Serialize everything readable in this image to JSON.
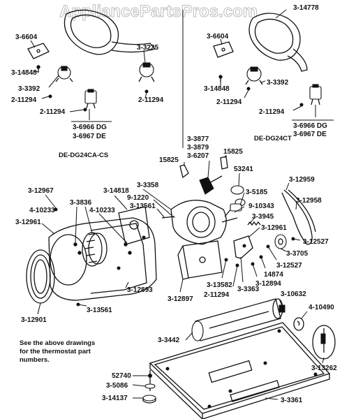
{
  "watermark": "AppliancePartsPros.com",
  "models": {
    "left": "DE-DG24CA-CS",
    "right": "DE-DG24CT"
  },
  "note": [
    "See the above drawings",
    "for the thermostat part",
    "numbers."
  ],
  "labels": {
    "l_6604": "3-6604",
    "l_14848": "3-14848",
    "l_3392": "3-3392",
    "l_11294a": "2-11294",
    "l_11294b": "2-11294",
    "l_3225": "3-3225",
    "l_11294c": "2-11294",
    "l_6966": "3-6966 DG",
    "l_6967": "3-6967 DE",
    "l_14778": "3-14778",
    "r_6604": "3-6604",
    "r_14848": "3-14848",
    "r_3392": "3-3392",
    "r_11294a": "2-11294",
    "r_11294b": "2-11294",
    "r_6966": "3-6966 DG",
    "r_6967": "3-6967 DE",
    "p_3877": "3-3877",
    "p_3879": "3-3879",
    "p_6207": "3-6207",
    "p_15825a": "15825",
    "p_15825b": "15825",
    "p_53241": "53241",
    "p_3358": "3-3358",
    "p_14818": "3-14818",
    "p_12967": "3-12967",
    "p_3836": "3-3836",
    "p_10233a": "4-10233",
    "p_10233b": "4-10233",
    "p_12961a": "3-12961",
    "p_1220": "9-1220",
    "p_13561a": "3-13561",
    "p_5185": "3-5185",
    "p_10343": "9-10343",
    "p_3945": "3-3945",
    "p_12961b": "3-12961",
    "p_12959": "3-12959",
    "p_12958": "3-12958",
    "p_12527a": "3-12527",
    "p_3705": "3-3705",
    "p_12527b": "3-12527",
    "p_14874": "14874",
    "p_12894": "3-12894",
    "p_3363": "3-3363",
    "p_13582": "3-13582",
    "p_11294d": "2-11294",
    "p_12893": "3-12893",
    "p_12897": "3-12897",
    "p_13561b": "3-13561",
    "p_12901": "3-12901",
    "p_10632": "3-10632",
    "p_10490": "4-10490",
    "p_3442": "3-3442",
    "p_13262": "3-13262",
    "p_52740": "52740",
    "p_5086": "3-5086",
    "p_14137": "3-14137",
    "p_3361": "3-3361"
  }
}
